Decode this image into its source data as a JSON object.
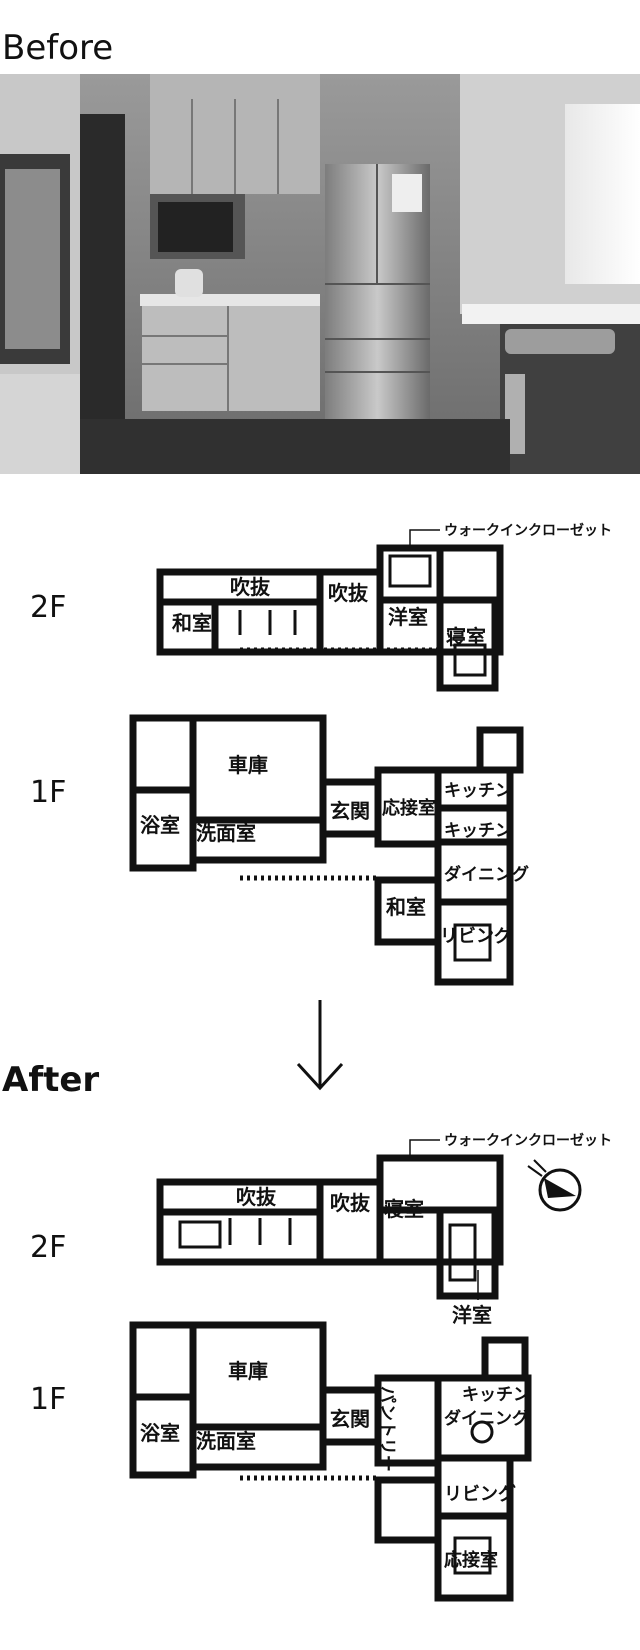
{
  "before": {
    "heading": "Before",
    "plan_2f": {
      "floor": "2F",
      "callout": "ウォークインクローゼット",
      "rooms": [
        "吹抜",
        "吹抜",
        "和室",
        "洋室",
        "寝室"
      ]
    },
    "plan_1f": {
      "floor": "1F",
      "rooms": [
        "車庫",
        "浴室",
        "洗面室",
        "玄関",
        "応接室",
        "キッチン",
        "キッチン",
        "ダイニング",
        "和室",
        "リビング"
      ]
    }
  },
  "after": {
    "heading": "After",
    "plan_2f": {
      "floor": "2F",
      "callout": "ウォークインクローゼット",
      "rooms": [
        "吹抜",
        "吹抜",
        "寝室",
        "洋室"
      ]
    },
    "plan_1f": {
      "floor": "1F",
      "rooms": [
        "車庫",
        "浴室",
        "洗面室",
        "玄関",
        "パントリー",
        "キッチン",
        "ダイニング",
        "リビング",
        "応接室"
      ]
    }
  },
  "colors": {
    "ink": "#111111",
    "paper": "#ffffff"
  },
  "icons": {
    "transition": "arrow-down-icon",
    "north": "compass-icon"
  }
}
